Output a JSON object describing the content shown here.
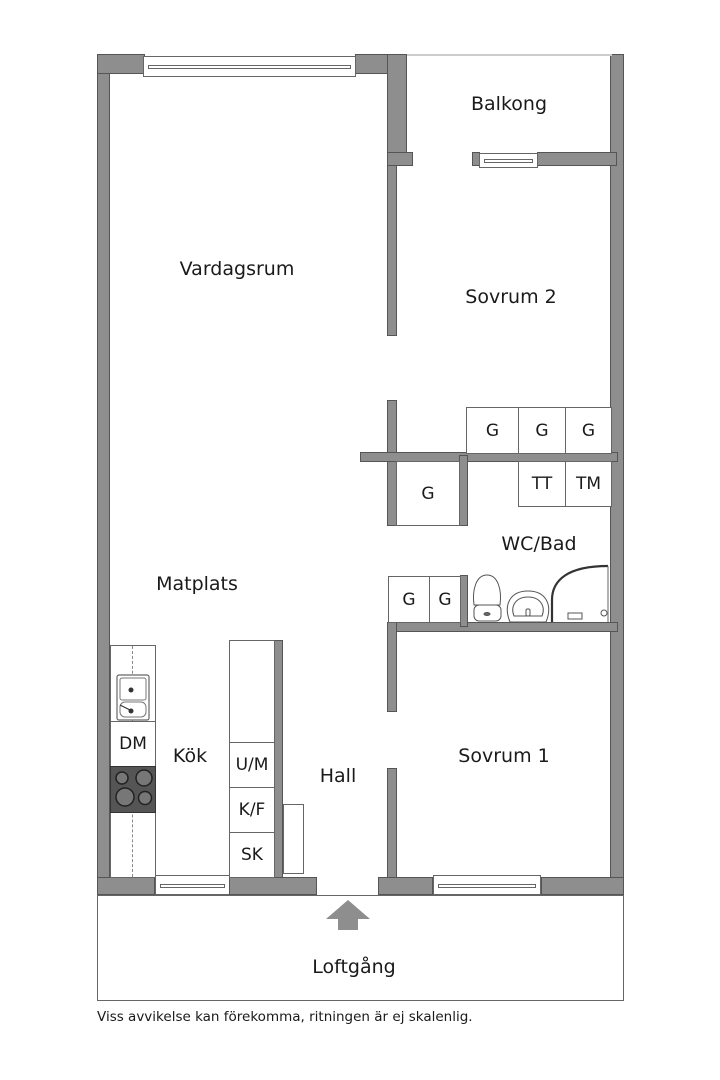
{
  "rooms": {
    "vardagsrum": "Vardagsrum",
    "balkong": "Balkong",
    "sovrum2": "Sovrum 2",
    "wc_bad": "WC/Bad",
    "matplats": "Matplats",
    "kok": "Kök",
    "hall": "Hall",
    "sovrum1": "Sovrum 1",
    "loftgang": "Loftgång"
  },
  "closets": {
    "top_row": [
      "G",
      "G",
      "G"
    ],
    "hall_closet": "G",
    "bath_row": [
      "TT",
      "TM"
    ],
    "wc_closets": [
      "G",
      "G"
    ]
  },
  "kitchen": {
    "dishwasher": "DM",
    "units": [
      "U/M",
      "K/F",
      "SK"
    ]
  },
  "entrance_arrow": "arrow-up-icon",
  "disclaimer": "Viss avvikelse kan förekomma, ritningen är ej skalenlig.",
  "colors": {
    "wall": "#8e8e8e",
    "wall_edge": "#555555",
    "stove": "#555555",
    "text": "#1a1a1a"
  }
}
